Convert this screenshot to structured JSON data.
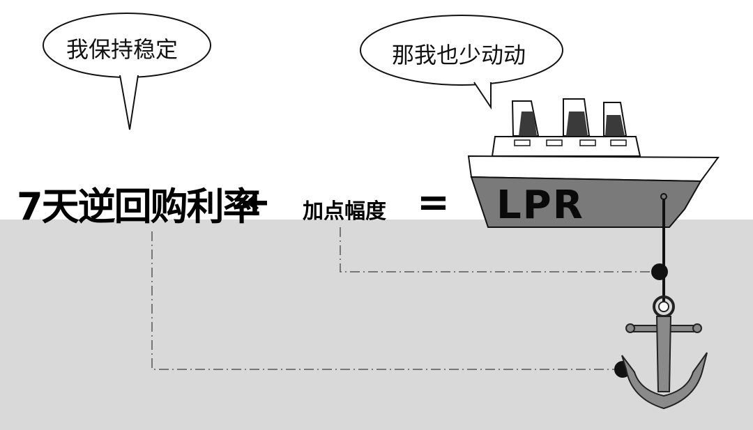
{
  "bubbles": {
    "left": "我保持稳定",
    "right": "那我也少动动"
  },
  "formula": {
    "term1": "7天逆回购利率",
    "plus": "+",
    "term2": "加点幅度",
    "equals": "=",
    "result": "LPR"
  },
  "colors": {
    "sea": "#d9d9d9",
    "hull": "#7a7a7a",
    "line": "#000000"
  },
  "icons": [
    "ship-icon",
    "anchor-icon"
  ]
}
